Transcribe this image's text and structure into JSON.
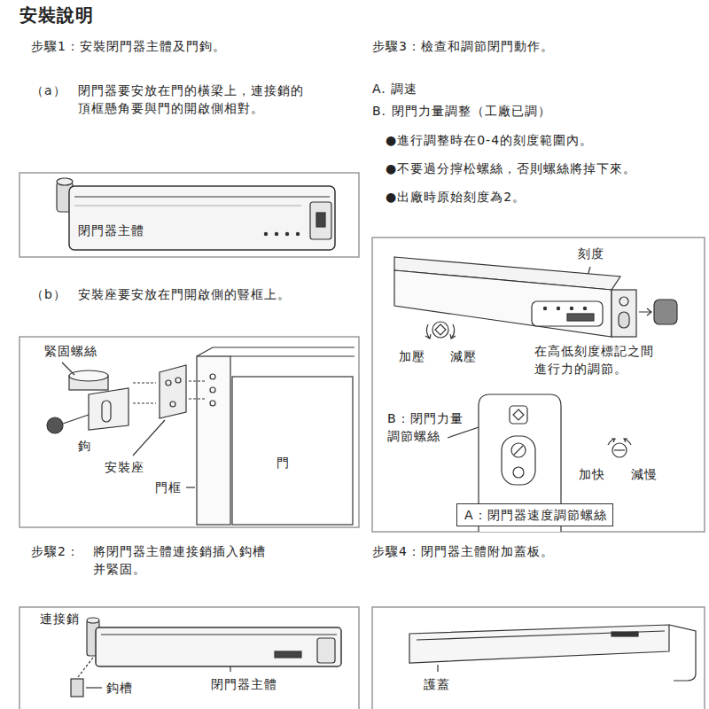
{
  "diagram": {
    "title": "安裝說明",
    "nodes": [
      {
        "text": [
          "A：閉門器速度調節螺絲"
        ]
      }
    ],
    "labels": [
      "步驟1：安裝閉門器主體及門鉤。",
      "（a）",
      "閉門器要安放在門的橫梁上，連接銷的頂框懸角要與門的開啟側相對。",
      "閉門器主體",
      "（b）",
      "安裝座要安放在門開啟側的豎框上。",
      "緊固螺絲",
      "鉤",
      "安裝座",
      "門框",
      "門",
      "步驟2：",
      "將閉門器主體連接銷插入鈎槽并緊固。",
      "連接銷",
      "鈎槽",
      "閉門器主體",
      "步驟3：檢查和調節閉門動作。",
      "A. 調速",
      "B. 閉門力量調整（工廠已調）",
      "●進行調整時在0-4的刻度範圍內。",
      "●不要過分擰松螺絲，否則螺絲將掉下來。",
      "●出廠時原始刻度為2。",
      "刻度",
      "加壓",
      "減壓",
      "在高低刻度標記之間進行力的調節。",
      "B：閉門力量調節螺絲",
      "加快",
      "減慢",
      "步驟4：閉門器主體附加蓋板。",
      "護蓋"
    ]
  }
}
